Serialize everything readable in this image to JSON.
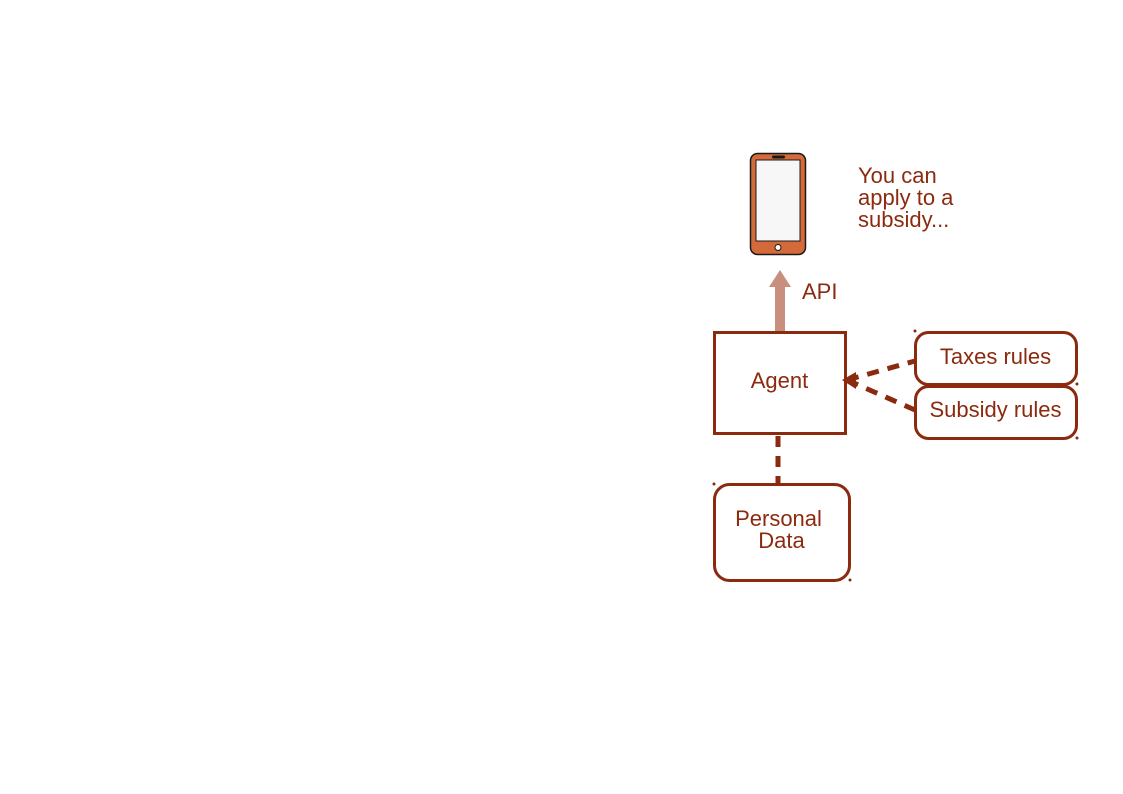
{
  "diagram": {
    "phone_message": [
      "You can",
      "apply to a",
      "subsidy..."
    ],
    "api_label": "API",
    "agent_label": "Agent",
    "taxes_label": "Taxes rules",
    "subsidy_label": "Subsidy rules",
    "personal_data_label": [
      "Personal",
      "Data"
    ]
  },
  "icons": {
    "phone": "smartphone-icon"
  },
  "colors": {
    "stroke": "#8b2a0e",
    "text": "#8b2a0e",
    "phone_body": "#d4693a",
    "api_arrow": "#c98f7e"
  }
}
